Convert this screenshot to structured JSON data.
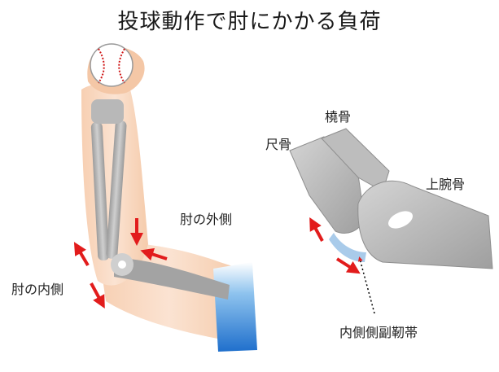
{
  "title": "投球動作で肘にかかる負荷",
  "labels": {
    "outer_elbow": "肘の外側",
    "inner_elbow": "肘の内側",
    "ulna": "尺骨",
    "radius": "橈骨",
    "humerus": "上腕骨",
    "mcl": "内側側副靭帯"
  },
  "colors": {
    "skin": "#f6d2b8",
    "bone": "#a8a8a8",
    "arrow": "#e21c1c",
    "ligament": "#a9cbea",
    "sleeve_top": "#2a7fd4"
  },
  "icons": [
    "baseball-icon",
    "force-arrow-icon"
  ]
}
